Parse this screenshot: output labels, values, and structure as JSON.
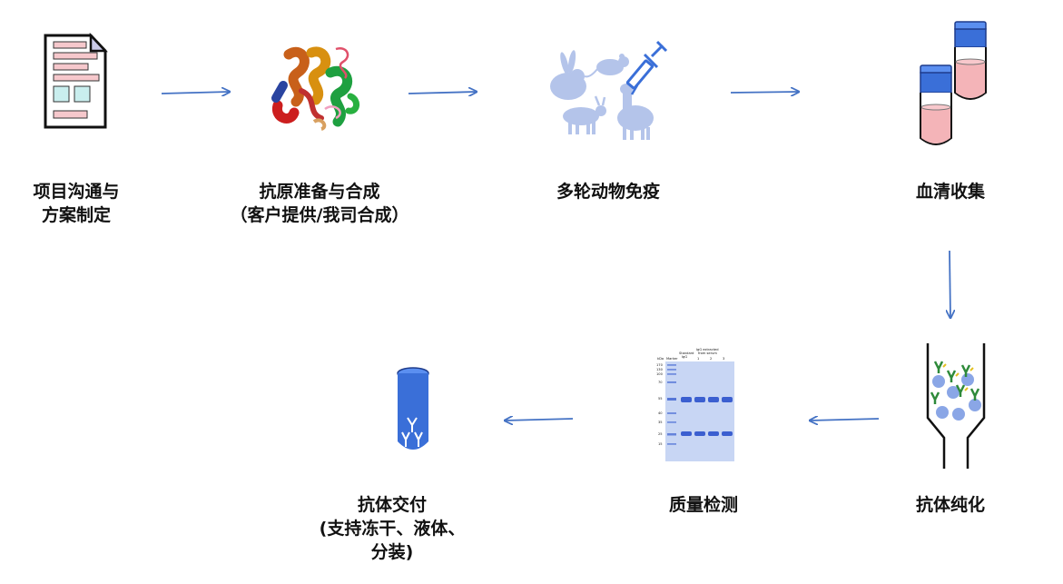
{
  "steps": [
    {
      "lines": [
        "项目沟通与",
        "方案制定"
      ]
    },
    {
      "lines": [
        "抗原准备与合成",
        "（客户提供/我司合成）"
      ]
    },
    {
      "lines": [
        "多轮动物免疫"
      ]
    },
    {
      "lines": [
        "血清收集"
      ]
    },
    {
      "lines": [
        "抗体纯化"
      ]
    },
    {
      "lines": [
        "质量检测"
      ]
    },
    {
      "lines": [
        "抗体交付",
        "(支持冻干、液体、",
        "分装)"
      ]
    }
  ],
  "gel": {
    "kda": "kDa",
    "marker": "Marker",
    "standard": "Standard",
    "igg": "IgG",
    "extracted": "IgG extracted",
    "from_serum": "from serum",
    "lanes": [
      "1",
      "2",
      "3"
    ],
    "ladder": [
      "170",
      "130",
      "100",
      "70",
      "55",
      "40",
      "35",
      "25",
      "15"
    ]
  },
  "colors": {
    "arrow": "#4472c4",
    "cap_blue": "#3a6fd8",
    "serum_pink": "#f4b4b8",
    "silhouette": "#b4c4ea",
    "gel_bg": "#c8d6f4",
    "band": "#3b5fd0"
  }
}
